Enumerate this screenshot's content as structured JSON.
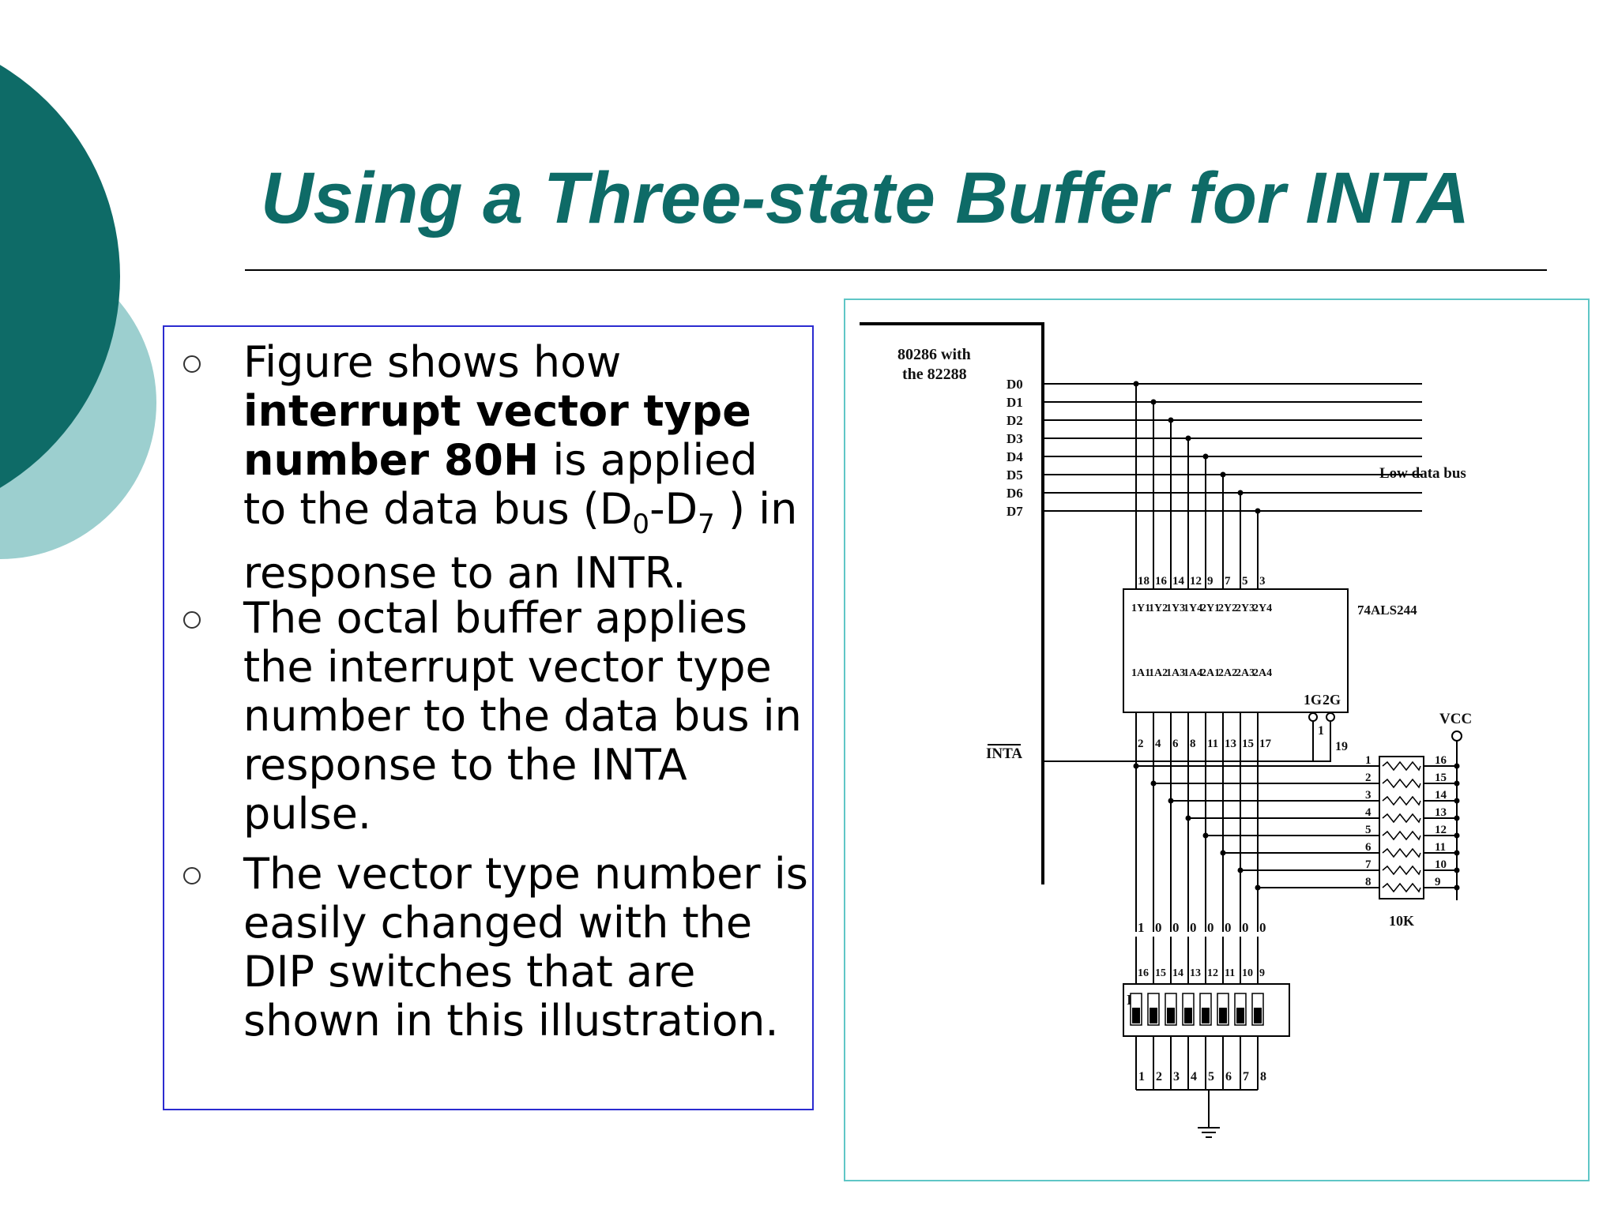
{
  "title": "Using a Three-state Buffer for INTA",
  "bullets": [
    {
      "pre": "Figure shows how ",
      "bold": "interrupt vector type number 80H",
      "mid": " is applied to the data bus (D",
      "sub0": "0",
      "dash": "-D",
      "sub7": "7",
      "post": " ) in response to an INTR."
    },
    {
      "text": "The octal buffer applies the interrupt vector type number to the data bus in response to the INTA pulse."
    },
    {
      "text": "The vector type number is easily changed with the DIP switches that are shown in this illustration."
    }
  ],
  "figure": {
    "cpu_label_1": "80286 with",
    "cpu_label_2": "the 82288",
    "data_lines": [
      "D0",
      "D1",
      "D2",
      "D3",
      "D4",
      "D5",
      "D6",
      "D7"
    ],
    "bus_label": "Low data bus",
    "chip_label": "74ALS244",
    "chip_top_pins": [
      "18",
      "16",
      "14",
      "12",
      "9",
      "7",
      "5",
      "3"
    ],
    "chip_y_outputs": [
      "1Y1",
      "1Y2",
      "1Y3",
      "1Y4",
      "2Y1",
      "2Y2",
      "2Y3",
      "2Y4"
    ],
    "chip_a_inputs": [
      "1A1",
      "1A2",
      "1A3",
      "1A4",
      "2A1",
      "2A2",
      "2A3",
      "2A4"
    ],
    "chip_g_pins": [
      "1G",
      "2G"
    ],
    "chip_bottom_pins": [
      "2",
      "4",
      "6",
      "8",
      "11",
      "13",
      "15",
      "17"
    ],
    "g_pin_numbers": [
      "1",
      "19"
    ],
    "inta_label": "INTA",
    "vcc_label": "VCC",
    "resistor_left_pins": [
      "1",
      "2",
      "3",
      "4",
      "5",
      "6",
      "7",
      "8"
    ],
    "resistor_right_pins": [
      "16",
      "15",
      "14",
      "13",
      "12",
      "11",
      "10",
      "9"
    ],
    "resistor_label": "10K",
    "switch_values": [
      "1",
      "0",
      "0",
      "0",
      "0",
      "0",
      "0",
      "0"
    ],
    "switch_top_pins": [
      "16",
      "15",
      "14",
      "13",
      "12",
      "11",
      "10",
      "9"
    ],
    "switch_mark": "I",
    "switch_bottom_pins": [
      "1",
      "2",
      "3",
      "4",
      "5",
      "6",
      "7",
      "8"
    ]
  }
}
